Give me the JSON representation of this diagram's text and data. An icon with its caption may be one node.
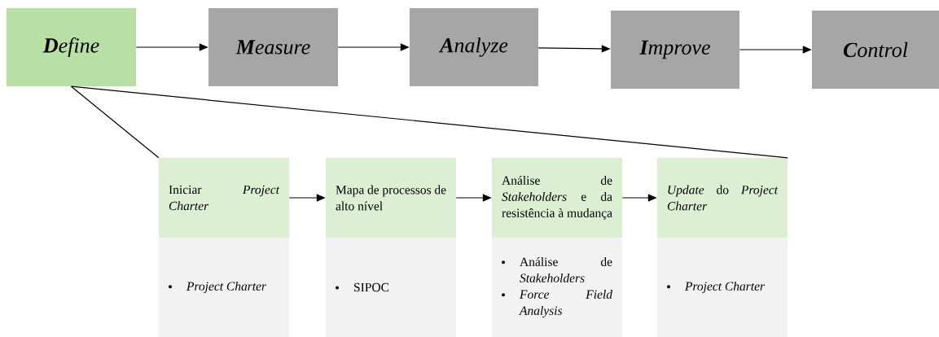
{
  "diagram": {
    "nodes": [
      {
        "text": [
          "**D**efine"
        ]
      },
      {
        "text": [
          "**M**easure"
        ]
      },
      {
        "text": [
          "**A**nalyze"
        ]
      },
      {
        "text": [
          "**I**mprove"
        ]
      },
      {
        "text": [
          "**C**ontrol"
        ]
      },
      {
        "text": [
          "Iniciar *Project Charter*"
        ]
      },
      {
        "text": [
          "Mapa de processos de alto nível"
        ]
      },
      {
        "text": [
          "Análise de *Stakeholders* e da resistência à mudança"
        ]
      },
      {
        "text": [
          "*Update* do *Project Charter*"
        ]
      },
      {
        "text": [
          "*Project Charter*"
        ]
      },
      {
        "text": [
          "SIPOC"
        ]
      },
      {
        "text": [
          "Análise de *Stakeholders*",
          "*Force Field Analysis*"
        ]
      },
      {
        "text": [
          "*Project Charter*"
        ]
      }
    ],
    "edges": [
      {
        "from": 0,
        "to": 1,
        "arrow": "to"
      },
      {
        "from": 1,
        "to": 2,
        "arrow": "to"
      },
      {
        "from": 2,
        "to": 3,
        "arrow": "to"
      },
      {
        "from": 3,
        "to": 4,
        "arrow": "to"
      },
      {
        "from": 5,
        "to": 6,
        "arrow": "to"
      },
      {
        "from": 6,
        "to": 7,
        "arrow": "to"
      },
      {
        "from": 7,
        "to": 8,
        "arrow": "to"
      },
      {
        "from": 0,
        "to": 5,
        "arrow": "none"
      },
      {
        "from": 0,
        "to": 8,
        "arrow": "none"
      }
    ]
  }
}
